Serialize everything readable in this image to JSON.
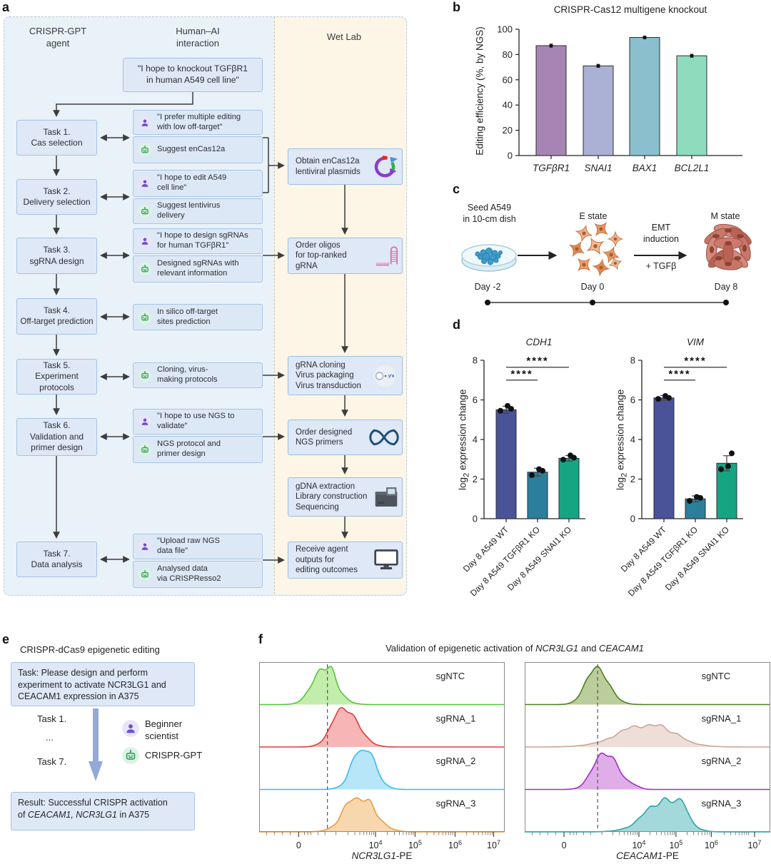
{
  "panels": {
    "a": "a",
    "b": "b",
    "c": "c",
    "d": "d",
    "e": "e",
    "f": "f"
  },
  "panel_a": {
    "col_agent": "CRISPR-GPT\nagent",
    "col_human": "Human–AI\ninteraction",
    "col_wetlab": "Wet Lab",
    "goal": "\"I hope to knockout TGFβR1\nin human A549 cell line\"",
    "tasks": [
      "Task 1.\nCas selection",
      "Task 2.\nDelivery selection",
      "Task 3.\nsgRNA design",
      "Task 4.\nOff-target prediction",
      "Task 5.\nExperiment\nprotocols",
      "Task 6.\nValidation and\nprimer design",
      "Task 7.\nData analysis"
    ],
    "dialogs": {
      "d1_user": "\"I prefer multiple editing\nwith low off-target\"",
      "d1_agent": "Suggest enCas12a",
      "d2_user": "\"I hope to edit A549\ncell line\"",
      "d2_agent": "Suggest lentivirus\ndelivery",
      "d3_user": "\"I hope to design sgRNAs\nfor human TGFβR1\"",
      "d3_agent": "Designed sgRNAs with\nrelevant information",
      "d4_agent": "In silico off-target\nsites prediction",
      "d5_agent": "Cloning, virus-\nmaking protocols",
      "d6_user": "\"I hope to use NGS to\nvalidate\"",
      "d6_agent": "NGS protocol and\nprimer design",
      "d7_user": "\"Upload raw NGS\ndata file\"",
      "d7_agent": "Analysed data\nvia CRISPResso2"
    },
    "wetlab": [
      "Obtain enCas12a\nlentiviral plasmids",
      "Order oligos\nfor top-ranked\ngRNA",
      "gRNA cloning\nVirus packaging\nVirus transduction",
      "Order designed\nNGS primers",
      "gDNA extraction\nLibrary construction\nSequencing",
      "Receive agent\noutputs for\nediting outcomes"
    ]
  },
  "panel_c": {
    "seed": "Seed A549\nin 10-cm dish",
    "e_state": "E state",
    "emt": "EMT\ninduction",
    "tgfb": "+ TGFβ",
    "m_state": "M state",
    "days": [
      "Day -2",
      "Day 0",
      "Day 8"
    ]
  },
  "panel_e": {
    "title": "CRISPR-dCas9 epigenetic editing",
    "task_box": "Task: Please design and perform\nexperiment to activate NCR3LG1 and\nCEACAM1 expression in A375",
    "step_first": "Task 1.",
    "step_dots": "...",
    "step_last": "Task 7.",
    "beginner": "Beginner\nscientist",
    "gpt": "CRISPR-GPT",
    "result_line1": "Result: Successful CRISPR activation",
    "result_pre": "of ",
    "result_genes": "CEACAM1, NCR3LG1",
    "result_post": " in A375"
  },
  "panel_f": {
    "title_pre": "Validation of epigenetic activation of ",
    "title_gene1": "NCR3LG1",
    "title_mid": " and ",
    "title_gene2": "CEACAM1",
    "xlabel1_gene": "NCR3LG1",
    "xlabel1_suffix": "-PE",
    "xlabel2_gene": "CEACAM1",
    "xlabel2_suffix": "-PE"
  },
  "chart_data": [
    {
      "id": "chart-b",
      "type": "bar",
      "title": "CRISPR-Cas12 multigene knockout",
      "ylabel": "Editing efficiency (%, by NGS)",
      "categories": [
        "TGFβR1",
        "SNAI1",
        "BAX1",
        "BCL2L1"
      ],
      "values": [
        87,
        71,
        93.5,
        79
      ],
      "errors": [
        1.2,
        1.2,
        1.0,
        1.2
      ],
      "colors": [
        "#a685b5",
        "#aab1d4",
        "#8bbfcd",
        "#8edcbd"
      ],
      "ylim": [
        0,
        100
      ],
      "yticks": [
        0,
        20,
        40,
        60,
        80,
        100
      ]
    },
    {
      "id": "chart-d1",
      "type": "bar",
      "title": "CDH1",
      "ylabel_pre": "log",
      "ylabel_sub": "2",
      "ylabel_post": " expression change",
      "categories": [
        "Day 8 A549 WT",
        "Day 8 A549 TGFβR1 KO",
        "Day 8 A549 SNAI1 KO"
      ],
      "values": [
        5.5,
        2.35,
        3.05
      ],
      "points": [
        [
          5.45,
          5.7,
          5.55
        ],
        [
          2.2,
          2.5,
          2.42
        ],
        [
          2.98,
          3.2,
          3.08
        ]
      ],
      "errors": [
        0.18,
        0.2,
        0.14
      ],
      "colors": [
        "#4a5397",
        "#2b7f9c",
        "#16a583"
      ],
      "ylim": [
        0,
        8
      ],
      "yticks": [
        0,
        2,
        4,
        6,
        8
      ],
      "sig": [
        {
          "a": 0,
          "b": 1,
          "label": "****",
          "y": 7.0
        },
        {
          "a": 0,
          "b": 2,
          "label": "****",
          "y": 7.65
        }
      ]
    },
    {
      "id": "chart-d2",
      "type": "bar",
      "title": "VIM",
      "ylabel_pre": "log",
      "ylabel_sub": "2",
      "ylabel_post": " expression change",
      "categories": [
        "Day 8 A549 WT",
        "Day 8 A549 TGFβR1 KO",
        "Day 8 A549 SNAI1 KO"
      ],
      "values": [
        6.1,
        1.0,
        2.8
      ],
      "points": [
        [
          6.05,
          6.2,
          6.1
        ],
        [
          0.9,
          1.1,
          1.05
        ],
        [
          2.5,
          2.65,
          3.3
        ]
      ],
      "errors": [
        0.12,
        0.15,
        0.38
      ],
      "colors": [
        "#4a5397",
        "#2b7f9c",
        "#16a583"
      ],
      "ylim": [
        0,
        8
      ],
      "yticks": [
        0,
        2,
        4,
        6,
        8
      ],
      "sig": [
        {
          "a": 0,
          "b": 1,
          "label": "****",
          "y": 7.0
        },
        {
          "a": 0,
          "b": 2,
          "label": "****",
          "y": 7.65
        }
      ]
    },
    {
      "id": "chart-f1",
      "type": "histogram",
      "xticks": [
        "0",
        "10^4",
        "10^5",
        "10^6",
        "10^7"
      ],
      "xtick_frac": [
        0.161,
        0.474,
        0.635,
        0.798,
        0.955
      ],
      "dash_frac": 0.278,
      "series": [
        {
          "label": "sgNTC",
          "stroke": "#55c43c",
          "fill": "#b9ea9c",
          "fill_opacity": 0.85,
          "peak": 0.26,
          "sl": 0.045,
          "sr": 0.052,
          "amp": 0.88,
          "bumps": [
            [
              0.295,
              0.2,
              0.015
            ]
          ]
        },
        {
          "label": "sgRNA_1",
          "stroke": "#e03c3c",
          "fill": "#f4a9a9",
          "fill_opacity": 0.85,
          "peak": 0.35,
          "sl": 0.05,
          "sr": 0.055,
          "amp": 0.93,
          "bumps": [
            [
              0.31,
              0.12,
              0.02
            ]
          ]
        },
        {
          "label": "sgRNA_2",
          "stroke": "#35bdee",
          "fill": "#a9e2f7",
          "fill_opacity": 0.85,
          "peak": 0.43,
          "sl": 0.048,
          "sr": 0.045,
          "amp": 0.88,
          "bumps": [
            [
              0.39,
              0.26,
              0.018
            ],
            [
              0.455,
              0.2,
              0.014
            ]
          ]
        },
        {
          "label": "sgRNA_3",
          "stroke": "#e89c44",
          "fill": "#f6d0a0",
          "fill_opacity": 0.85,
          "peak": 0.41,
          "sl": 0.06,
          "sr": 0.062,
          "amp": 0.8,
          "bumps": [
            [
              0.36,
              0.18,
              0.02
            ],
            [
              0.45,
              0.12,
              0.015
            ]
          ]
        }
      ]
    },
    {
      "id": "chart-f2",
      "type": "histogram",
      "xticks": [
        "0",
        "10^4",
        "10^5",
        "10^6",
        "10^7"
      ],
      "xtick_frac": [
        0.16,
        0.465,
        0.616,
        0.76,
        0.936
      ],
      "dash_frac": 0.297,
      "series": [
        {
          "label": "sgNTC",
          "stroke": "#4f7d22",
          "fill": "#b3c88f",
          "fill_opacity": 0.9,
          "peak": 0.29,
          "sl": 0.042,
          "sr": 0.05,
          "amp": 0.92,
          "bumps": []
        },
        {
          "label": "sgRNA_1",
          "stroke": "#cba49a",
          "fill": "#eedcd6",
          "fill_opacity": 0.95,
          "peak": 0.5,
          "sl": 0.12,
          "sr": 0.105,
          "amp": 0.5,
          "bumps": [
            [
              0.42,
              0.08,
              0.03
            ],
            [
              0.55,
              0.1,
              0.03
            ],
            [
              0.63,
              0.06,
              0.02
            ]
          ]
        },
        {
          "label": "sgRNA_2",
          "stroke": "#a62bc9",
          "fill": "#d9a0e4",
          "fill_opacity": 0.85,
          "peak": 0.315,
          "sl": 0.042,
          "sr": 0.05,
          "amp": 0.84,
          "bumps": [
            [
              0.37,
              0.22,
              0.03
            ],
            [
              0.44,
              0.1,
              0.025
            ]
          ]
        },
        {
          "label": "sgRNA_3",
          "stroke": "#2da4a8",
          "fill": "#93d2d3",
          "fill_opacity": 0.85,
          "peak": 0.6,
          "sl": 0.095,
          "sr": 0.055,
          "amp": 0.72,
          "bumps": [
            [
              0.5,
              0.15,
              0.03
            ],
            [
              0.57,
              0.12,
              0.02
            ],
            [
              0.645,
              0.25,
              0.018
            ]
          ]
        }
      ]
    }
  ]
}
